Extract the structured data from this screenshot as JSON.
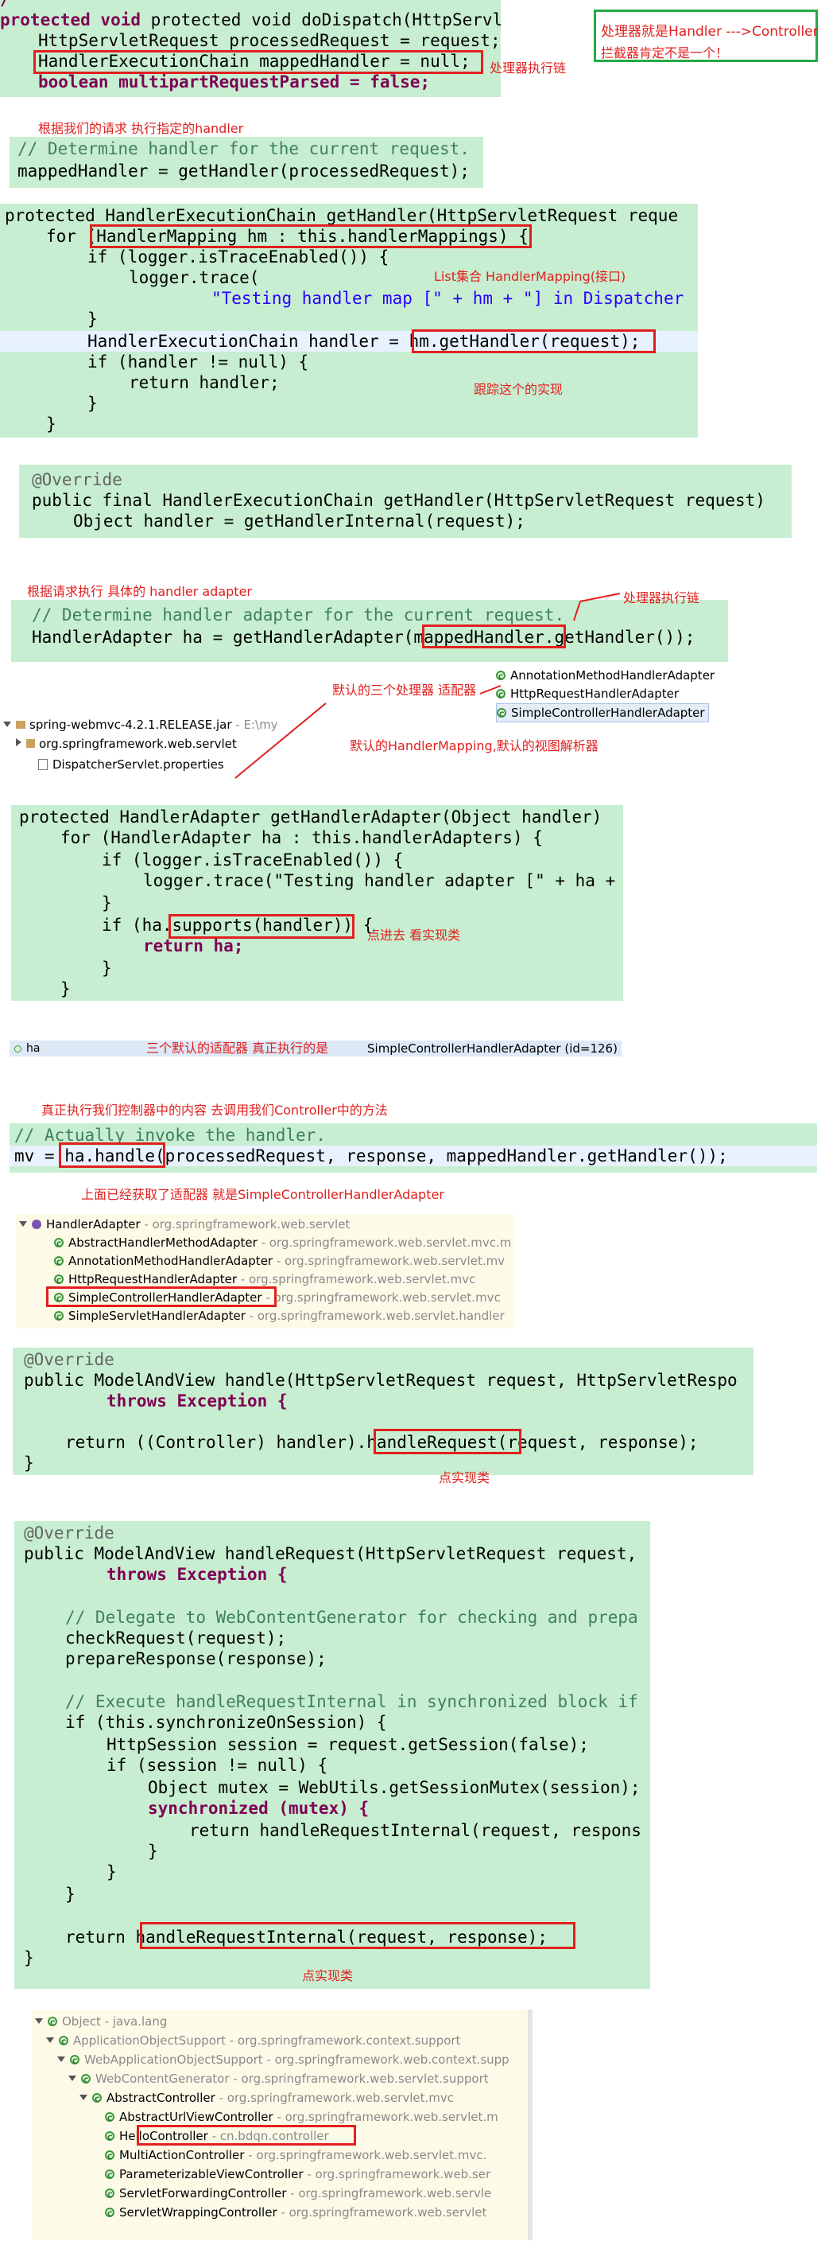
{
  "s1": {
    "line0": "/",
    "sig": "protected void doDispatch(HttpServletRequest request,",
    "line2": "HttpServletRequest processedRequest = request;",
    "line3": "HandlerExecutionChain mappedHandler = null;",
    "line4": "boolean multipartRequestParsed = false;",
    "note": "处理器执行链",
    "box_line1": "处理器就是Handler --->Controller",
    "box_line2": "拦截器肯定不是一个！"
  },
  "note_get_handler": "根据我们的请求  执行指定的handler",
  "s2": {
    "comment": "// Determine handler for the current request.",
    "code": "mappedHandler = getHandler(processedRequest);"
  },
  "s3": {
    "l1": "protected HandlerExecutionChain getHandler(HttpServletRequest reque",
    "l2": "for (HandlerMapping hm : this.handlerMappings) {",
    "l3": "if (logger.isTraceEnabled()) {",
    "l4": "logger.trace(",
    "l5": "\"Testing handler map [\" + hm + \"] in Dispatcher",
    "l6": "}",
    "l7": "HandlerExecutionChain handler = hm.getHandler(request);",
    "l8": "if (handler != null) {",
    "l9": "return handler;",
    "l10": "}",
    "l11": "}",
    "note1": "List集合 HandlerMapping(接口)",
    "note2": "跟踪这个的实现"
  },
  "s4": {
    "ann": "@Override",
    "l1": "public final HandlerExecutionChain getHandler(HttpServletRequest request)",
    "l2": "Object handler = getHandlerInternal(request);"
  },
  "note_adapter": "根据请求执行 具体的 handler adapter",
  "s5": {
    "comment": "// Determine handler adapter for the current request.",
    "code": "HandlerAdapter ha = getHandlerAdapter(mappedHandler.getHandler());",
    "note": "处理器执行链"
  },
  "adapters_popup": {
    "items": [
      "AnnotationMethodHandlerAdapter",
      "HttpRequestHandlerAdapter",
      "SimpleControllerHandlerAdapter"
    ]
  },
  "note_default3": "默认的三个处理器 适配器",
  "note_default_mapping": "默认的HandlerMapping,默认的视图解析器",
  "explorer": {
    "jar": "spring-webmvc-4.2.1.RELEASE.jar",
    "jar_path": "- E:\\my",
    "pkg": "org.springframework.web.servlet",
    "file": "DispatcherServlet.properties"
  },
  "s6": {
    "l1": "protected HandlerAdapter getHandlerAdapter(Object handler)",
    "l2": "for (HandlerAdapter ha : this.handlerAdapters) {",
    "l3": "if (logger.isTraceEnabled()) {",
    "l4": "logger.trace(\"Testing handler adapter [\" + ha +",
    "l5": "}",
    "l6": "if (ha.supports(handler)) {",
    "l7": "return ha;",
    "l8": "}",
    "l9": "}",
    "note": "点进去 看实现类"
  },
  "debug": {
    "var": "ha",
    "note": "三个默认的适配器  真正执行的是",
    "value": "SimpleControllerHandlerAdapter  (id=126)"
  },
  "note_invoke": "真正执行我们控制器中的内容    去调用我们Controller中的方法",
  "s7": {
    "comment": "// Actually invoke the handler.",
    "code": "mv = ha.handle(processedRequest, response, mappedHandler.getHandler());"
  },
  "note_obtained": "上面已经获取了适配器  就是SimpleControllerHandlerAdapter",
  "hierarchy1": {
    "root": "HandlerAdapter",
    "root_pkg": "- org.springframework.web.servlet",
    "items": [
      {
        "name": "AbstractHandlerMethodAdapter",
        "pkg": "- org.springframework.web.servlet.mvc.m"
      },
      {
        "name": "AnnotationMethodHandlerAdapter",
        "pkg": "- org.springframework.web.servlet.mv"
      },
      {
        "name": "HttpRequestHandlerAdapter",
        "pkg": "- org.springframework.web.servlet.mvc"
      },
      {
        "name": "SimpleControllerHandlerAdapter",
        "pkg": "- org.springframework.web.servlet.mvc"
      },
      {
        "name": "SimpleServletHandlerAdapter",
        "pkg": "- org.springframework.web.servlet.handler"
      }
    ]
  },
  "s8": {
    "ann": "@Override",
    "l1": "public ModelAndView handle(HttpServletRequest request, HttpServletRespo",
    "l2": "throws Exception {",
    "l3": "return ((Controller) handler).handleRequest(request, response);",
    "l4": "}",
    "note": "点实现类"
  },
  "s9": {
    "ann": "@Override",
    "l1": "public ModelAndView handleRequest(HttpServletRequest request,",
    "l2": "throws Exception {",
    "l3": "// Delegate to WebContentGenerator for checking and prepa",
    "l4": "checkRequest(request);",
    "l5": "prepareResponse(response);",
    "l6": "// Execute handleRequestInternal in synchronized block if",
    "l7": "if (this.synchronizeOnSession) {",
    "l8": "HttpSession session = request.getSession(false);",
    "l9": "if (session != null) {",
    "l10": "Object mutex = WebUtils.getSessionMutex(session);",
    "l11": "synchronized (mutex) {",
    "l12": "return handleRequestInternal(request, respons",
    "l13": "}",
    "l14": "}",
    "l15": "}",
    "l16": "return handleRequestInternal(request, response);",
    "l17": "}",
    "note": "点实现类"
  },
  "hierarchy2": {
    "items": [
      {
        "name": "Object",
        "pkg": "- java.lang"
      },
      {
        "name": "ApplicationObjectSupport",
        "pkg": "- org.springframework.context.support"
      },
      {
        "name": "WebApplicationObjectSupport",
        "pkg": "- org.springframework.web.context.supp"
      },
      {
        "name": "WebContentGenerator",
        "pkg": "- org.springframework.web.servlet.support"
      },
      {
        "name": "AbstractController",
        "pkg": "- org.springframework.web.servlet.mvc"
      },
      {
        "name": "AbstractUrlViewController",
        "pkg": "- org.springframework.web.servlet.m"
      },
      {
        "name": "HelloController",
        "pkg": "- cn.bdqn.controller"
      },
      {
        "name": "MultiActionController",
        "pkg": "- org.springframework.web.servlet.mvc."
      },
      {
        "name": "ParameterizableViewController",
        "pkg": "- org.springframework.web.ser"
      },
      {
        "name": "ServletForwardingController",
        "pkg": "- org.springframework.web.servle"
      },
      {
        "name": "ServletWrappingController",
        "pkg": "- org.springframework.web.servlet"
      }
    ]
  }
}
